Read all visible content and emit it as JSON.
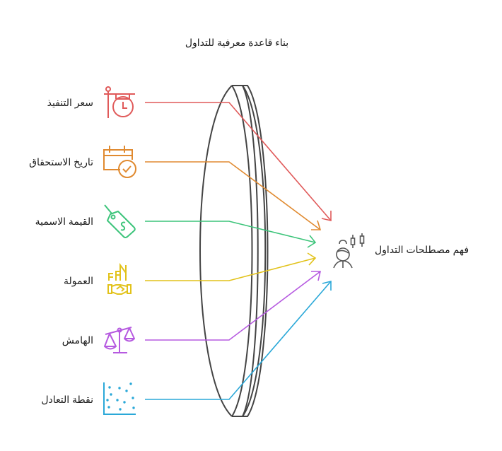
{
  "diagram": {
    "title": "بناء قاعدة معرفية للتداول",
    "type": "convergence-lens",
    "output": {
      "label": "فهم مصطلحات التداول",
      "icon": "person-candlestick-icon",
      "color": "#555555"
    },
    "lens": {
      "color": "#444444"
    },
    "inputs": [
      {
        "label": "سعر التنفيذ",
        "icon": "hanging-clock-sign-icon",
        "color": "#e05a5a"
      },
      {
        "label": "تاريخ الاستحقاق",
        "icon": "calendar-check-icon",
        "color": "#e08a30"
      },
      {
        "label": "القيمة الاسمية",
        "icon": "price-tag-dollar-icon",
        "color": "#3cc47a"
      },
      {
        "label": "العمولة",
        "icon": "handshake-building-icon",
        "color": "#e2c21a"
      },
      {
        "label": "الهامش",
        "icon": "balance-scale-icon",
        "color": "#b65ae0"
      },
      {
        "label": "نقطة التعادل",
        "icon": "scatter-plot-icon",
        "color": "#2aa8d8"
      }
    ]
  }
}
